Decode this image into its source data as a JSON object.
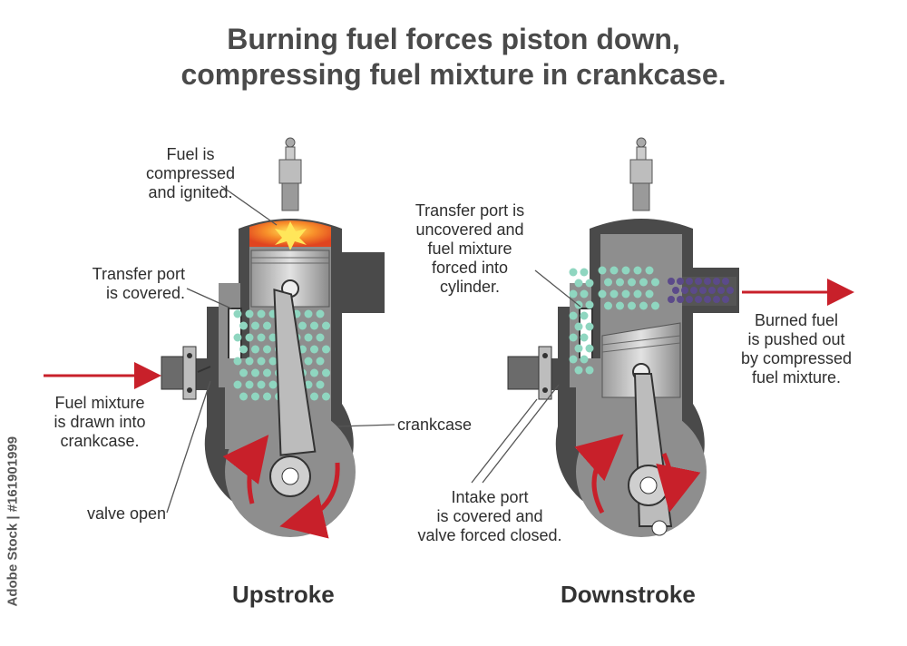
{
  "title": {
    "line1": "Burning fuel forces piston down,",
    "line2": "compressing fuel mixture in crankcase."
  },
  "labels": {
    "fuel_ignited": [
      "Fuel is",
      "compressed",
      "and ignited."
    ],
    "transfer_covered": [
      "Transfer port",
      "is covered."
    ],
    "fuel_drawn": [
      "Fuel mixture",
      "is drawn into",
      "crankcase."
    ],
    "valve_open": "valve open",
    "crankcase": "crankcase",
    "transfer_uncovered": [
      "Transfer port is",
      "uncovered and",
      "fuel mixture",
      "forced into",
      "cylinder."
    ],
    "burned_fuel": [
      "Burned fuel",
      "is pushed out",
      "by compressed",
      "fuel mixture."
    ],
    "intake_closed": [
      "Intake port",
      "is covered and",
      "valve forced closed."
    ]
  },
  "captions": {
    "upstroke": "Upstroke",
    "downstroke": "Downstroke"
  },
  "watermark": "Adobe Stock | #161901999",
  "colors": {
    "engine_dark": "#4a4a4a",
    "engine_mid": "#8a8a8a",
    "engine_light": "#c8c8c8",
    "mixture_dot": "#8fd6c0",
    "burned_dot": "#5b4a8a",
    "arrow": "#c8202a",
    "flame": "#f0642a"
  }
}
